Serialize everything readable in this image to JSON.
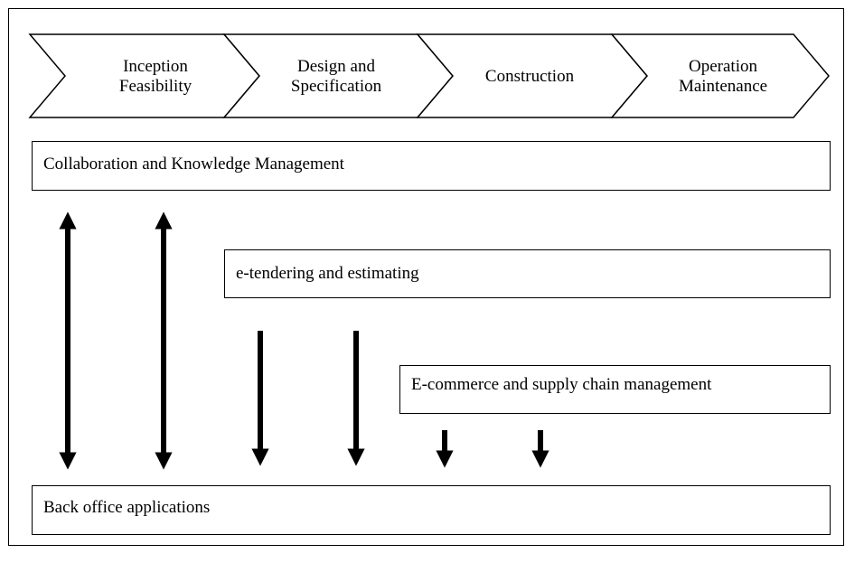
{
  "stages": [
    {
      "line1": "Inception",
      "line2": "Feasibility"
    },
    {
      "line1": "Design and",
      "line2": "Specification"
    },
    {
      "line1": "Construction",
      "line2": ""
    },
    {
      "line1": "Operation",
      "line2": "Maintenance"
    }
  ],
  "layers": {
    "collaboration": "Collaboration and Knowledge Management",
    "etendering": "e-tendering and estimating",
    "ecommerce": "E-commerce and supply chain management",
    "backoffice": "Back office applications"
  },
  "colors": {
    "line": "#000000",
    "background": "#ffffff"
  }
}
